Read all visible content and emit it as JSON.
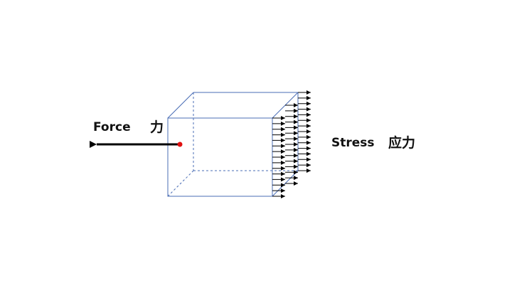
{
  "labels": {
    "force": "Force",
    "force_cn": "力",
    "stress": "Stress",
    "stress_cn": "应力"
  },
  "colors": {
    "box_edge": "#4a6db5",
    "force_arrow": "#000000",
    "force_point": "#e01010",
    "stress_arrows": "#000000",
    "background": "#ffffff"
  },
  "stress_arrow_rows": 15
}
